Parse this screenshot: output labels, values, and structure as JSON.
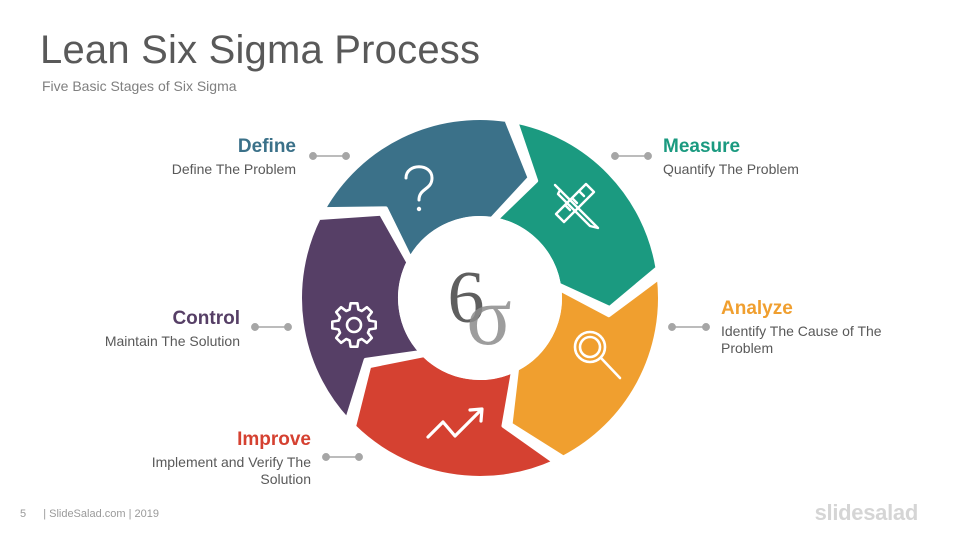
{
  "header": {
    "title": "Lean Six Sigma Process",
    "subtitle": "Five Basic Stages of Six Sigma"
  },
  "center": {
    "symbol_six": "6",
    "symbol_sigma": "σ"
  },
  "stages": [
    {
      "id": "define",
      "title": "Define",
      "desc": "Define The Problem",
      "color": "#3b7189",
      "icon": "question-mark-icon"
    },
    {
      "id": "measure",
      "title": "Measure",
      "desc": "Quantify The Problem",
      "color": "#1b9a80",
      "icon": "ruler-pencil-icon"
    },
    {
      "id": "analyze",
      "title": "Analyze",
      "desc": "Identify The Cause of The Problem",
      "color": "#f09f2f",
      "icon": "magnifier-icon"
    },
    {
      "id": "improve",
      "title": "Improve",
      "desc": "Implement and Verify The Solution",
      "color": "#d54131",
      "icon": "trend-up-arrow-icon"
    },
    {
      "id": "control",
      "title": "Control",
      "desc": "Maintain The Solution",
      "color": "#563f66",
      "icon": "gear-icon"
    }
  ],
  "footer": {
    "page_number": "5",
    "credit": "| SlideSalad.com | 2019",
    "brand": "slidesalad"
  }
}
